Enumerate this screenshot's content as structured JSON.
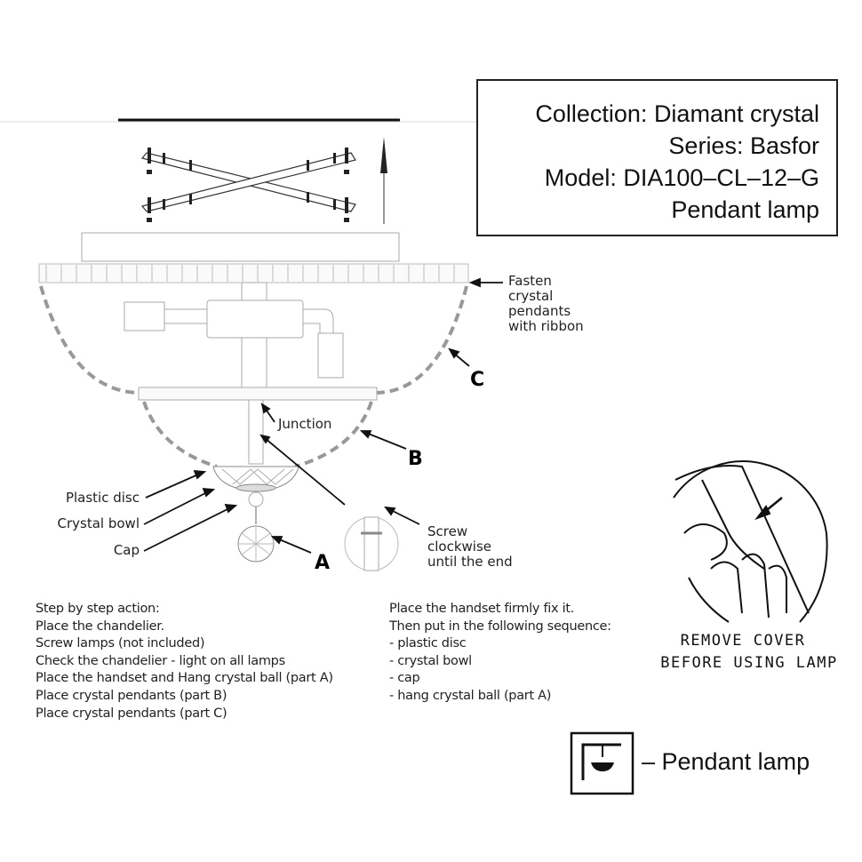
{
  "info_box": {
    "collection": "Collection: Diamant crystal",
    "series": "Series: Basfor",
    "model": "Model: DIA100–CL–12–G",
    "type": "Pendant lamp"
  },
  "callouts": {
    "fasten": [
      "Fasten",
      "crystal",
      "pendants",
      "with ribbon"
    ],
    "part_c": "C",
    "junction": "Junction",
    "part_b": "B",
    "plastic_disc": "Plastic disc",
    "crystal_bowl": "Crystal bowl",
    "cap": "Cap",
    "part_a": "A",
    "screw": [
      "Screw",
      "clockwise",
      "until the end"
    ]
  },
  "instructions_left": [
    "Step by step action:",
    "Place the chandelier.",
    "Screw lamps (not included)",
    "Check the chandelier - light on all lamps",
    "Place the handset and Hang crystal ball (part A)",
    "Place crystal pendants (part B)",
    "Place crystal pendants (part C)"
  ],
  "instructions_right": [
    "Place the handset firmly fix it.",
    "Then put in the following sequence:",
    "- plastic disc",
    "- crystal bowl",
    "- cap",
    "- hang crystal ball (part A)"
  ],
  "warning": [
    "REMOVE COVER",
    "BEFORE USING LAMP"
  ],
  "legend": {
    "label": "– Pendant lamp"
  }
}
